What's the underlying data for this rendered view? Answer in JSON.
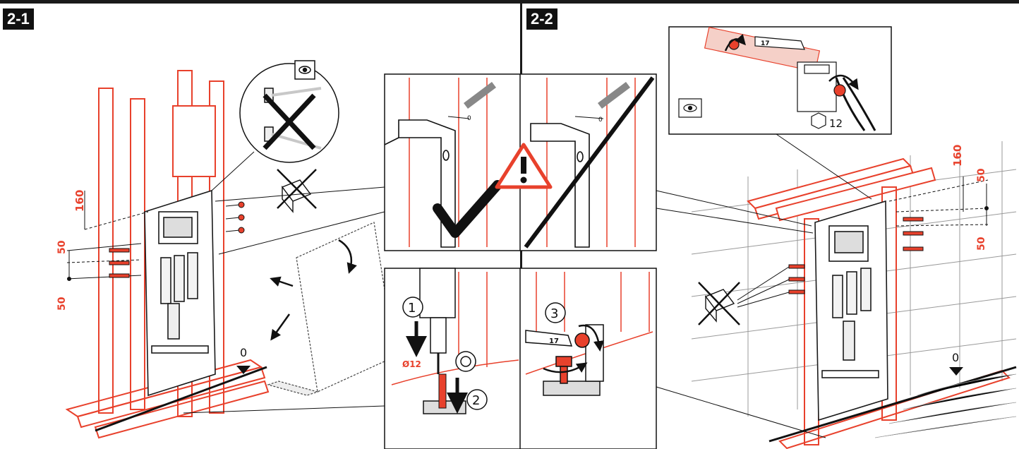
{
  "steps": [
    {
      "id": "2-1",
      "label": "2-1"
    },
    {
      "id": "2-2",
      "label": "2-2"
    }
  ],
  "dims_left": {
    "top": "160",
    "upper": "50",
    "lower": "50",
    "zero": "0"
  },
  "dims_right": {
    "top": "160",
    "upper": "50",
    "lower": "50",
    "zero": "0"
  },
  "detail_left_bottom": {
    "callout_1": "1",
    "callout_2": "2",
    "drill": "Ø12"
  },
  "detail_right_bottom": {
    "callout_3": "3",
    "wrench": "17"
  },
  "detail_top_right": {
    "wrench": "17",
    "hex": "12"
  },
  "tolerance": {
    "check_gap": "0",
    "warn_gap": "0"
  },
  "colors": {
    "accent": "#e8412c",
    "ink": "#1a1a1a",
    "paper": "#ffffff"
  }
}
